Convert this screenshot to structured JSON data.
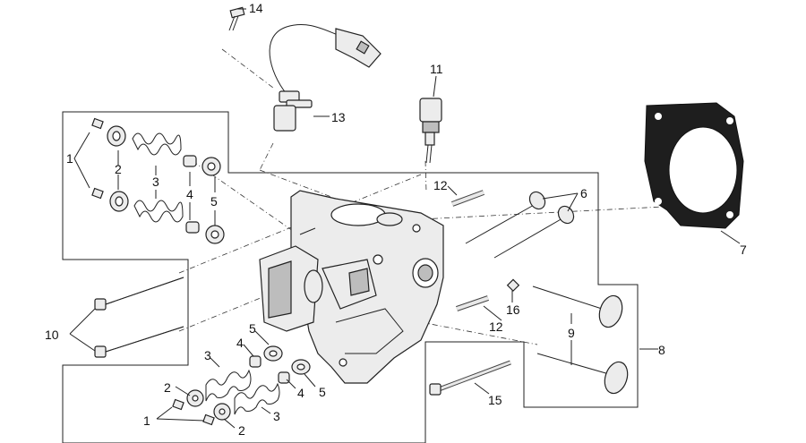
{
  "callouts": {
    "c1a": "1",
    "c1b": "1",
    "c2a": "2",
    "c2b": "2",
    "c2c": "2",
    "c3a": "3",
    "c3b": "3",
    "c3c": "3",
    "c4a": "4",
    "c4b": "4",
    "c4c": "4",
    "c5a": "5",
    "c5b": "5",
    "c5c": "5",
    "c6": "6",
    "c7": "7",
    "c8": "8",
    "c9": "9",
    "c10": "10",
    "c11": "11",
    "c12a": "12",
    "c12b": "12",
    "c13": "13",
    "c14": "14",
    "c15": "15",
    "c16": "16"
  }
}
